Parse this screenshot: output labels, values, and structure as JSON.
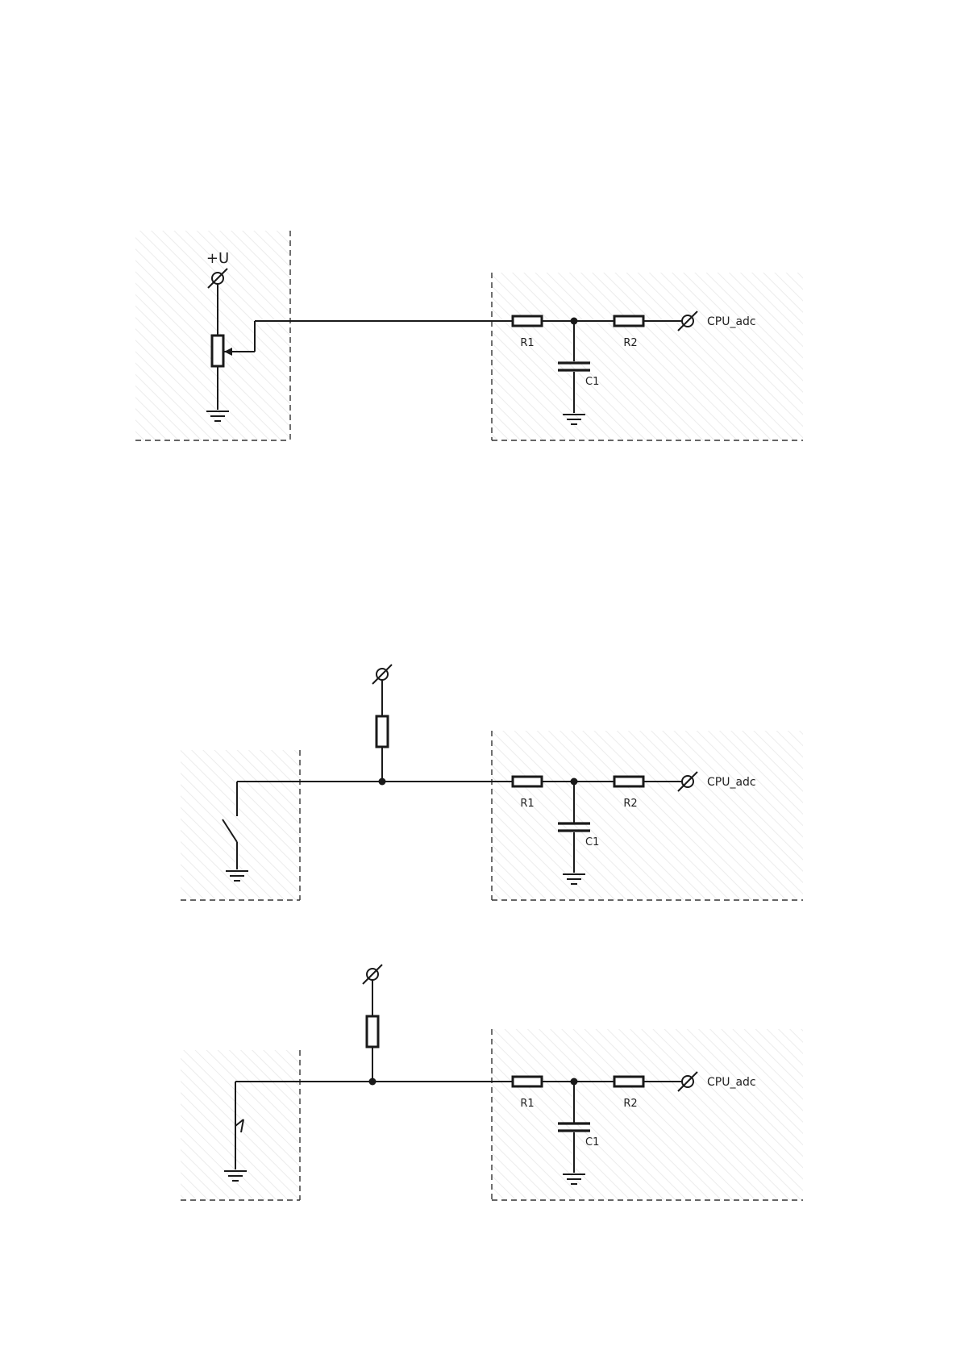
{
  "schematics": [
    {
      "id": "potentiometer",
      "supply_label": "+U",
      "r1": "R1",
      "r2": "R2",
      "c1": "C1",
      "output_label": "CPU_adc"
    },
    {
      "id": "switch-open",
      "r1": "R1",
      "r2": "R2",
      "c1": "C1",
      "output_label": "CPU_adc"
    },
    {
      "id": "switch-closed",
      "r1": "R1",
      "r2": "R2",
      "c1": "C1",
      "output_label": "CPU_adc"
    }
  ],
  "colors": {
    "line": "#1a1a1a",
    "hatch": "#ececec",
    "background": "#ffffff"
  }
}
